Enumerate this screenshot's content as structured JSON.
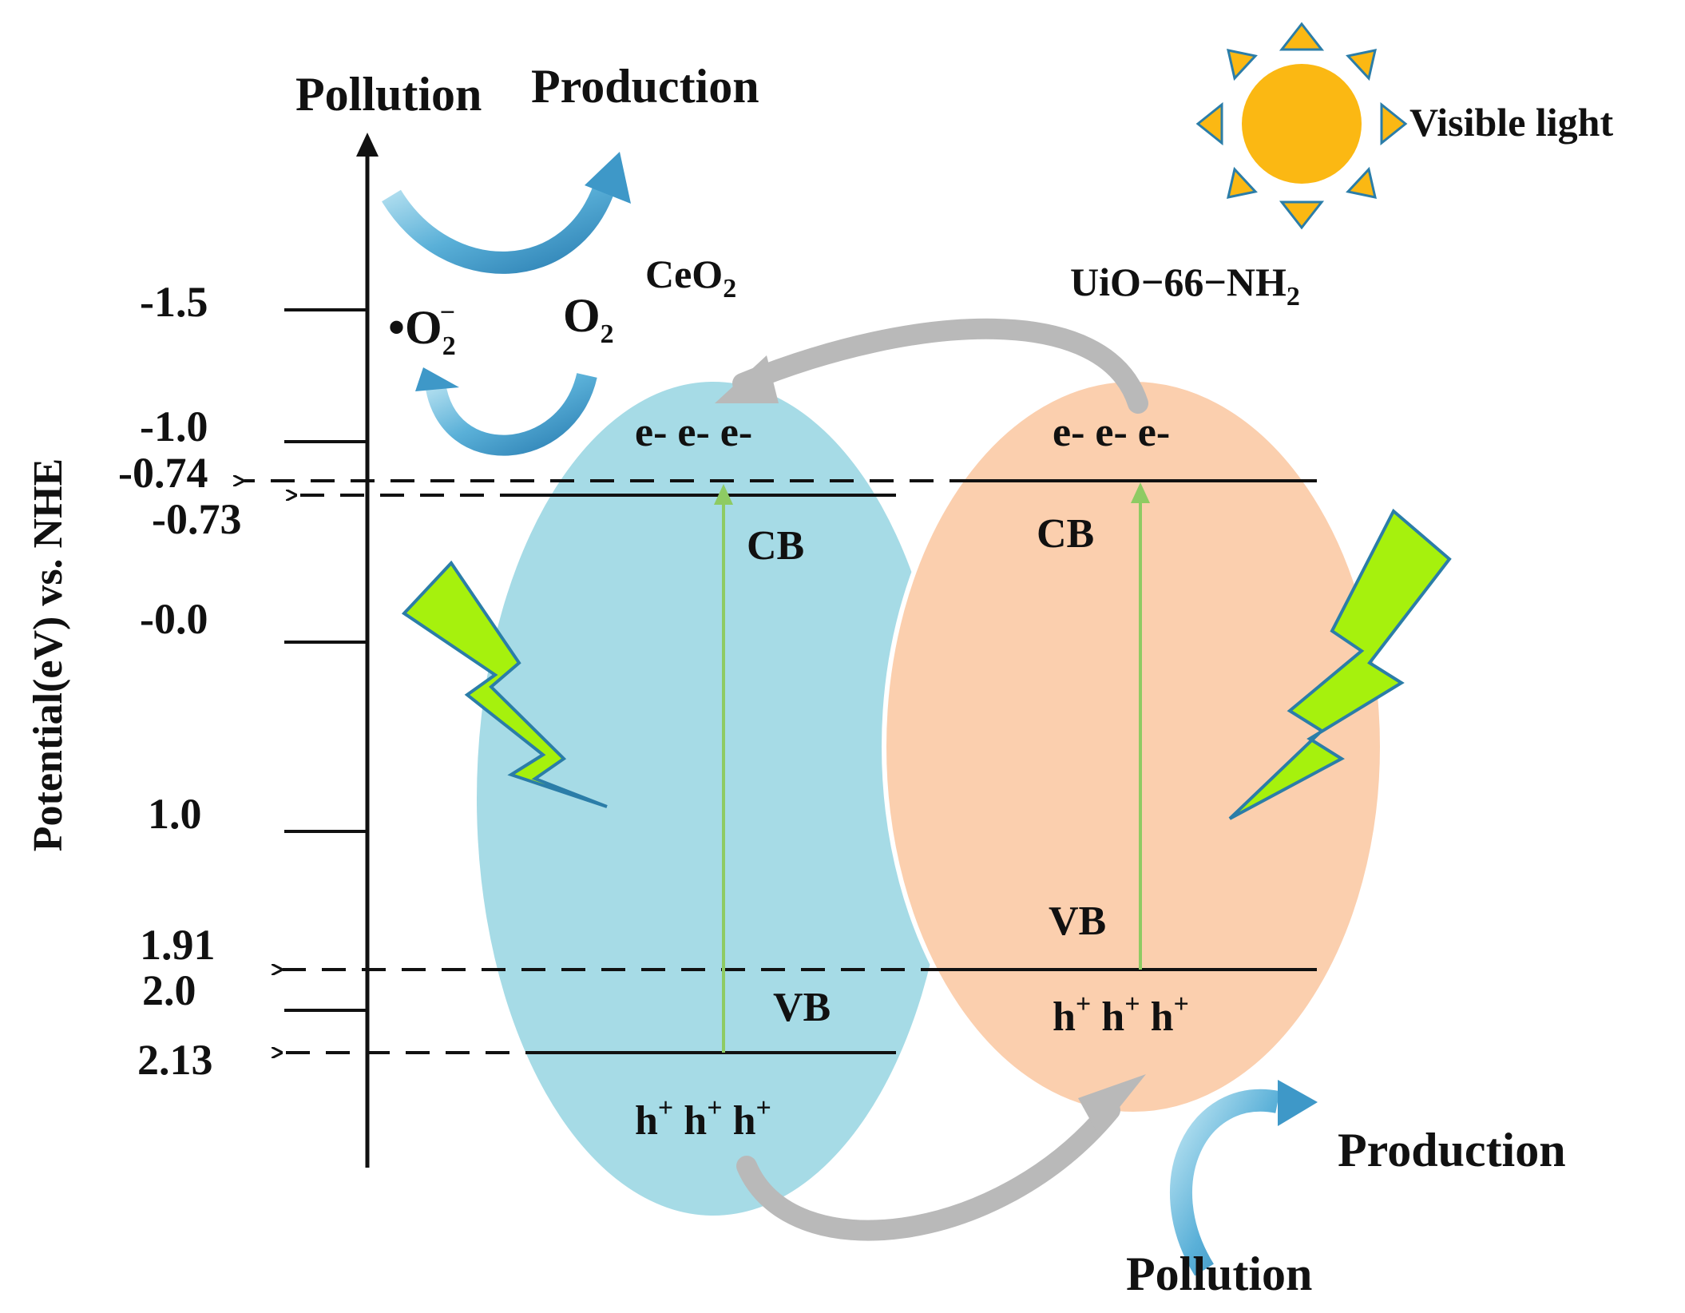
{
  "axis": {
    "ylabel": "Potential(eV) vs. NHE",
    "ticks": [
      {
        "label": "-1.5",
        "value": -1.5
      },
      {
        "label": "-1.0",
        "value": -1.0
      },
      {
        "label": "-0.0",
        "value": 0.0
      },
      {
        "label": "1.0",
        "value": 1.0
      },
      {
        "label": "2.0",
        "value": 2.0
      }
    ]
  },
  "levels": {
    "uio_cb": {
      "label": "-0.74",
      "value": -0.74
    },
    "ceo2_cb": {
      "label": "-0.73",
      "value": -0.73
    },
    "uio_vb": {
      "label": "1.91",
      "value": 1.91
    },
    "ceo2_vb": {
      "label": "2.13",
      "value": 2.13
    }
  },
  "materials": {
    "ceo2": {
      "name": "CeO",
      "sub": "2",
      "color": "#a6dbe6"
    },
    "uio": {
      "name": "UiO−66−NH",
      "sub": "2",
      "color": "#fbcfae"
    }
  },
  "bands": {
    "cb_label": "CB",
    "vb_label": "VB",
    "electrons": "e- e- e-",
    "hole": "h",
    "hole_sup": "+"
  },
  "species": {
    "superoxide": "•O",
    "superoxide_sub": "2",
    "superoxide_sup": "−",
    "oxygen": "O",
    "oxygen_sub": "2"
  },
  "cycles": {
    "top_left_pollution": "Pollution",
    "top_left_production": "Production",
    "bottom_right_production": "Production",
    "bottom_right_pollution": "Pollution"
  },
  "light": {
    "label": "Visible light",
    "sun_color": "#fbb813",
    "bolt_color": "#a6f10d"
  },
  "colors": {
    "excitation_arrow": "#8ecb63",
    "transfer_arrow": "#b9b9b9",
    "cycle_arrow": "#3e98c8"
  }
}
